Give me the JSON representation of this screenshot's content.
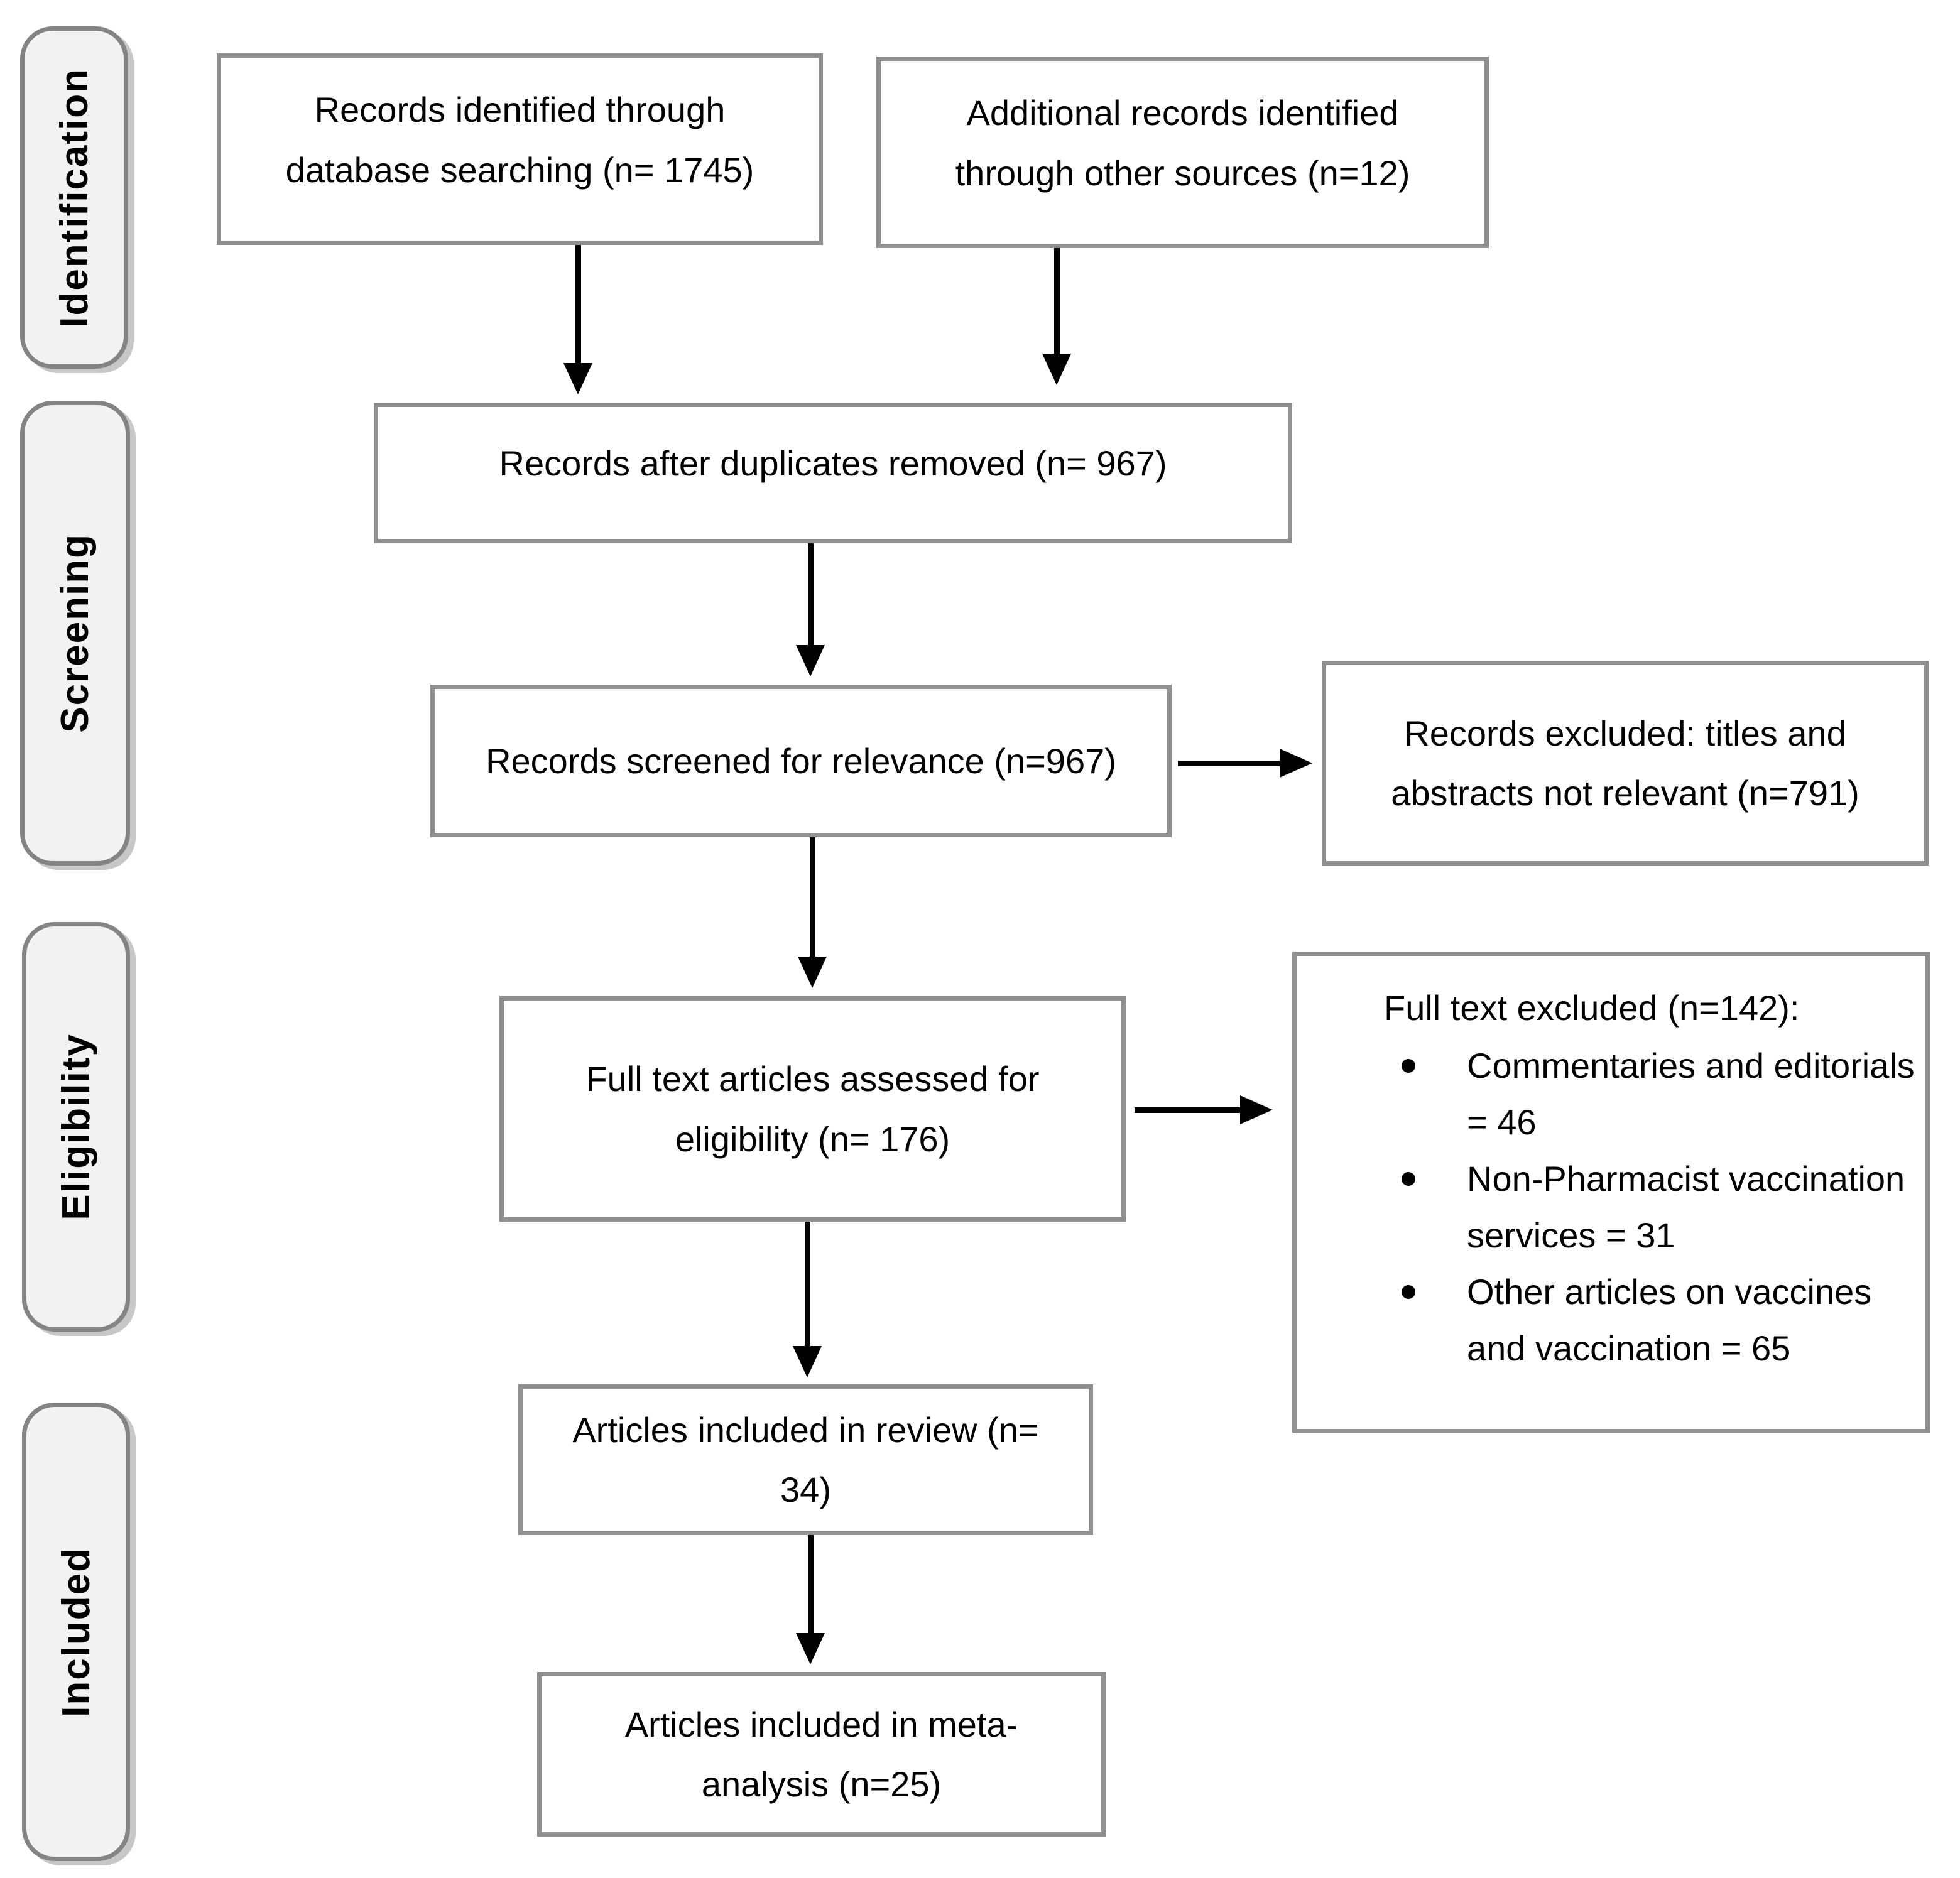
{
  "diagram": {
    "type": "prisma-flow-diagram",
    "stages": [
      {
        "label": "Identification"
      },
      {
        "label": "Screening"
      },
      {
        "label": "Eligibility"
      },
      {
        "label": "Included"
      }
    ],
    "nodes": {
      "db_search": "Records identified through database searching (n= 1745)",
      "other_sources": "Additional records identified through other sources (n=12)",
      "after_duplicates": "Records after duplicates removed (n= 967)",
      "screened": "Records screened for relevance (n=967)",
      "records_excluded": "Records excluded: titles and abstracts not relevant (n=791)",
      "full_text_assessed": "Full text articles assessed for eligibility (n= 176)",
      "full_text_excluded_title": "Full text excluded (n=142):",
      "full_text_excluded_items": [
        "Commentaries and editorials = 46",
        "Non-Pharmacist vaccination services = 31",
        "Other articles on vaccines and vaccination = 65"
      ],
      "included_review": "Articles included in review (n= 34)",
      "included_meta": "Articles included in meta-analysis (n=25)"
    },
    "counts": {
      "identified_database": 1745,
      "identified_other": 12,
      "after_duplicates": 967,
      "screened": 967,
      "excluded_titles_abstracts": 791,
      "full_text_assessed": 176,
      "full_text_excluded": 142,
      "excluded_commentaries": 46,
      "excluded_non_pharmacist": 31,
      "excluded_other_articles": 65,
      "included_review": 34,
      "included_meta_analysis": 25
    },
    "colors": {
      "box_border": "#8f8f8f",
      "stage_fill": "#f2f2f2",
      "stage_border": "#848484",
      "arrow": "#000000",
      "text": "#000000",
      "background": "#ffffff"
    }
  }
}
